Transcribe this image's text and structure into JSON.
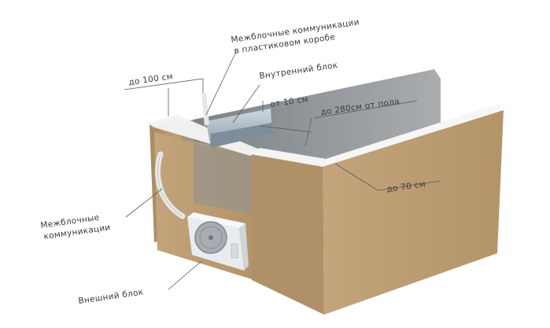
{
  "labels": {
    "tubing_in_duct_line1": "Межблочные коммуникации",
    "tubing_in_duct_line2": "в пластиковом коробе",
    "indoor_unit": "Внутренний блок",
    "max_100cm": "до 100 см",
    "min_10cm": "от 10 см",
    "max_280cm_from_floor": "до 280см от пола",
    "max_70cm": "до 70 см",
    "tubing_line1": "Межблочные",
    "tubing_line2": "коммуникации",
    "outdoor_unit": "Внешний блок"
  },
  "colors": {
    "wall_face": "#b99a72",
    "wall_top": "#f2f2f2",
    "back_wall": "#9a9ea2",
    "floor": "#8a8e92",
    "indoor_unit_body": "#9aa9b7",
    "outdoor_unit_body": "#e9ecee",
    "duct": "#e6e6e6"
  }
}
